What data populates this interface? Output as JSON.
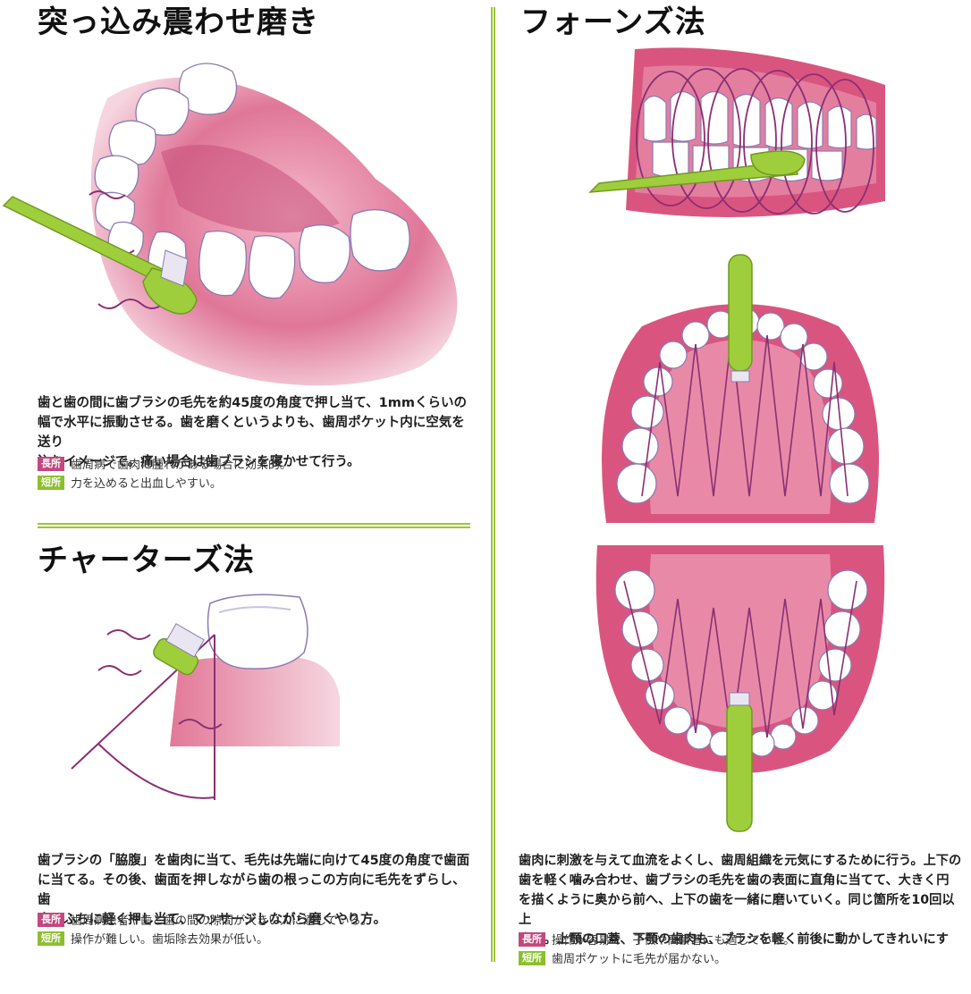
{
  "colors": {
    "gum": "#d9557f",
    "gum_light": "#ee9fb8",
    "tooth": "#ffffff",
    "brush": "#9fce3c",
    "accent_line": "#8a2f74",
    "divider": "#9fc43a",
    "pro_badge": "#c2487f",
    "con_badge": "#8cbf2e"
  },
  "sections": {
    "tsukkomi": {
      "title": "突っ込み震わせ磨き",
      "body": [
        "歯と歯の間に歯ブラシの毛先を約45度の角度で押し当て、1mmくらいの",
        "幅で水平に振動させる。歯を磨くというよりも、歯周ポケット内に空気を送り",
        "込むイメージで。痛い場合は歯ブラシを寝かせて行う。"
      ],
      "pro_label": "長所",
      "pro_text": "歯周病で歯肉に腫れがある場合に効果的。",
      "con_label": "短所",
      "con_text": "力を込めると出血しやすい。"
    },
    "charters": {
      "title": "チャーターズ法",
      "body": [
        "歯ブラシの「脇腹」を歯肉に当て、毛先は先端に向けて45度の角度で歯面",
        "に当てる。その後、歯面を押しながら歯の根っこの方向に毛先をずらし、歯",
        "肉のふちに軽く押し当て、マッサージしながら磨くやり方。"
      ],
      "pro_label": "長所",
      "pro_text": "歯周病患者や歯と歯の間の隙間が大きい人に適している。",
      "con_label": "短所",
      "con_text": "操作が難しい。歯垢除去効果が低い。"
    },
    "fones": {
      "title": "フォーンズ法",
      "body": [
        "歯肉に刺激を与えて血流をよくし、歯周組織を元気にするために行う。上下の",
        "歯を軽く噛み合わせ、歯ブラシの毛先を歯の表面に直角に当てて、大きく円",
        "を描くように奥から前へ、上下の歯を一緒に磨いていく。同じ箇所を10回以上",
        "磨く。上顎の口蓋、下顎の歯肉も、ブラシを軽く前後に動かしてきれいにする。"
      ],
      "pro_label": "長所",
      "pro_text": "操作が容易で、子供や高齢者にも適している。",
      "con_label": "短所",
      "con_text": "歯周ポケットに毛先が届かない。"
    }
  }
}
